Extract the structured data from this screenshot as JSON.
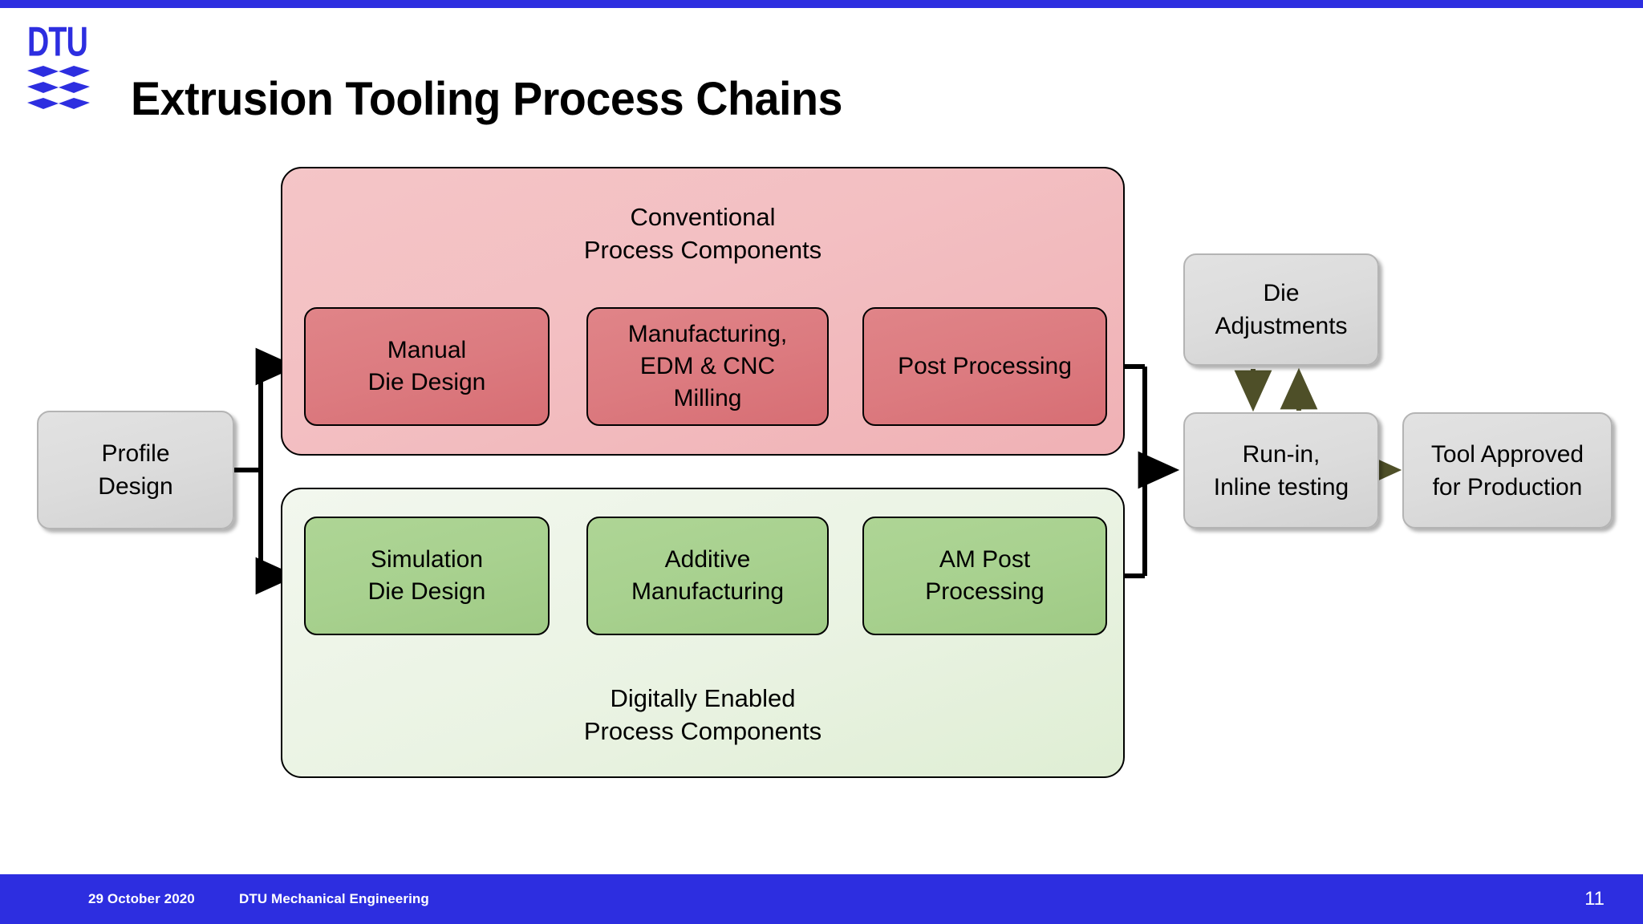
{
  "slide": {
    "title": "Extrusion Tooling Process Chains",
    "logo_text": "DTU",
    "accent_blue": "#2d2ee0"
  },
  "footer": {
    "date": "29 October 2020",
    "department": "DTU Mechanical Engineering",
    "page_number": "11"
  },
  "diagram": {
    "start_box": {
      "line1": "Profile",
      "line2": "Design"
    },
    "conventional_group": {
      "title_line1": "Conventional",
      "title_line2": "Process Components",
      "fill": "#f0b4b8",
      "boxes": [
        {
          "line1": "Manual",
          "line2": "Die Design",
          "line3": ""
        },
        {
          "line1": "Manufacturing,",
          "line2": "EDM & CNC",
          "line3": "Milling"
        },
        {
          "line1": "Post Processing",
          "line2": "",
          "line3": ""
        }
      ],
      "box_fill": "#da767c"
    },
    "digital_group": {
      "title_line1": "Digitally Enabled",
      "title_line2": "Process Components",
      "fill": "#e9f2e1",
      "boxes": [
        {
          "line1": "Simulation",
          "line2": "Die Design",
          "line3": ""
        },
        {
          "line1": "Additive",
          "line2": "Manufacturing",
          "line3": ""
        },
        {
          "line1": "AM Post",
          "line2": "Processing",
          "line3": ""
        }
      ],
      "box_fill": "#a8d18f"
    },
    "result_boxes": {
      "die_adjustments": {
        "line1": "Die",
        "line2": "Adjustments"
      },
      "run_in": {
        "line1": "Run-in,",
        "line2": "Inline testing"
      },
      "tool_approved": {
        "line1": "Tool Approved",
        "line2": "for Production"
      }
    },
    "arrow_color": "#4e4f28",
    "connector_color": "#000000"
  }
}
